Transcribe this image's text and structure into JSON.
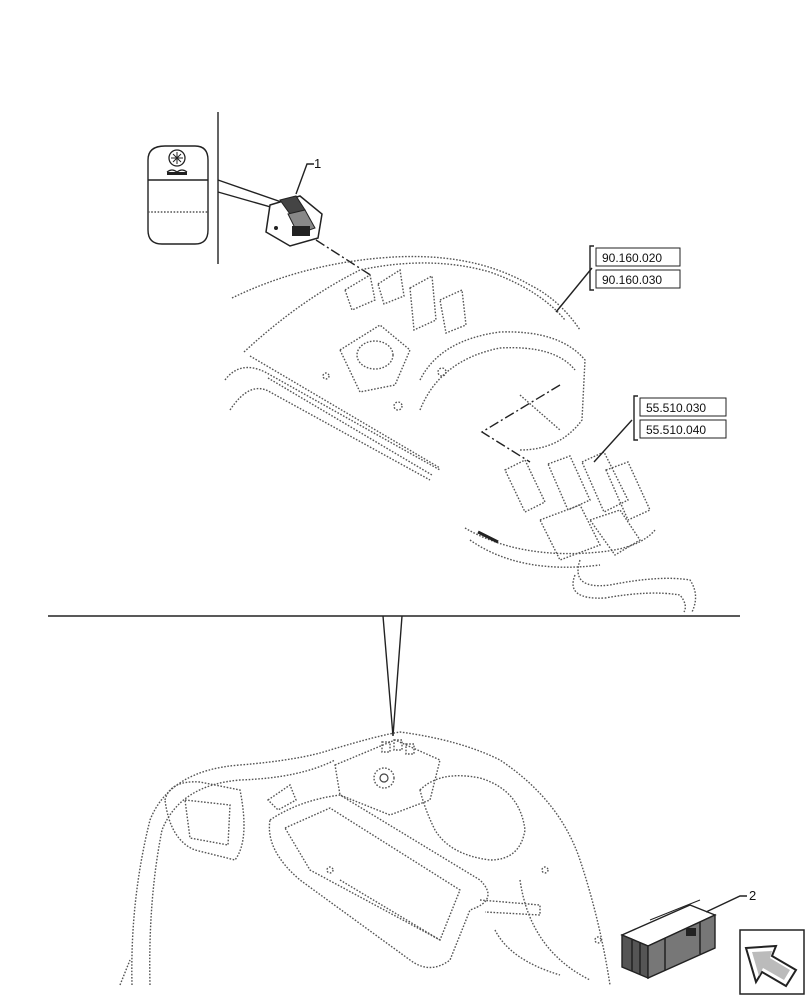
{
  "callouts": [
    {
      "number": "1",
      "part": "switch"
    },
    {
      "number": "2",
      "part": "kit-box"
    }
  ],
  "reference_groups": [
    {
      "codes": [
        "90.160.020",
        "90.160.030"
      ]
    },
    {
      "codes": [
        "55.510.030",
        "55.510.040"
      ]
    }
  ],
  "icons": {
    "switch_face": "fan-icon",
    "navigation": "next-page-arrow-icon"
  }
}
